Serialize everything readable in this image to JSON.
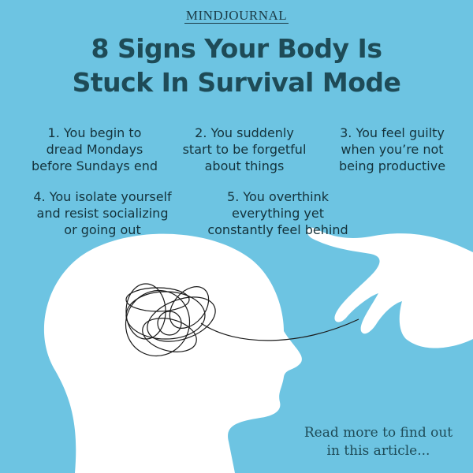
{
  "brand": "MINDJOURNAL",
  "title_line1": "8 Signs Your Body Is",
  "title_line2": "Stuck In Survival Mode",
  "signs": [
    {
      "line1": "1. You begin to",
      "line2": "dread Mondays",
      "line3": "before Sundays end"
    },
    {
      "line1": "2. You suddenly",
      "line2": "start to be forgetful",
      "line3": "about things"
    },
    {
      "line1": "3. You feel guilty",
      "line2": "when you’re not",
      "line3": "being productive"
    },
    {
      "line1": "4. You isolate yourself",
      "line2": "and resist socializing",
      "line3": "or going out"
    },
    {
      "line1": "5. You overthink",
      "line2": "everything yet",
      "line3": "constantly feel behind"
    }
  ],
  "cta_line1": "Read more to find out",
  "cta_line2": "in this article...",
  "colors": {
    "background": "#6dc4e2",
    "title": "#1e4b57",
    "silhouette": "#ffffff"
  }
}
